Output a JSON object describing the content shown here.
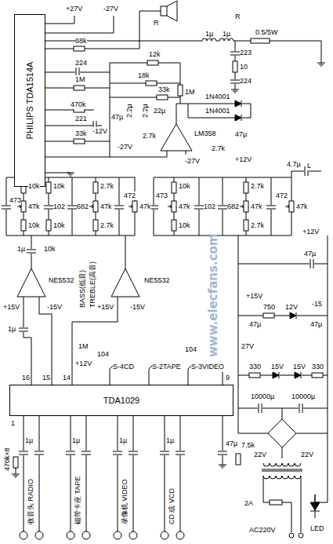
{
  "diagram": {
    "nodes": [
      {
        "text": [
          "PHILIPS TDA1514A"
        ]
      },
      {
        "text": [
          "TDA1029"
        ]
      }
    ],
    "labels": [
      "+27V",
      "-27V",
      "R",
      "1µ",
      "1µ",
      "R",
      "0.5/5W",
      "68k",
      "224",
      "12k",
      "223",
      "10",
      "224",
      "18k",
      "1M",
      "2.2µ",
      "2.2µ",
      "33k",
      "1M",
      "1N4001",
      "1N4001",
      "470k",
      "221",
      "33k",
      "47µ",
      "22µ",
      "LM358",
      "47µ",
      "-12V",
      "-27V",
      "2.7k",
      "-27V",
      "2.7k",
      "+12V",
      "4.7µ",
      "L",
      "473",
      "10k",
      "47k",
      "10k",
      "10k",
      "102",
      "682",
      "10k",
      "2.7k",
      "47k",
      "2.7k",
      "472",
      "47k",
      "10k",
      "473",
      "47k",
      "102",
      "10k",
      "682",
      "2.7k",
      "47k",
      "2.7k",
      "472",
      "47k",
      "1µ",
      "10k",
      "+15V",
      "-15V",
      "NE5532",
      "1µ",
      "BASS(低音)",
      "TREBLE(高音)",
      "+15V",
      "-15V",
      "NE5532",
      "+12V",
      "47µ",
      "+15V",
      "-15",
      "750",
      "12V",
      "47µ",
      "47µ",
      "27V",
      "330",
      "15V",
      "15V",
      "330",
      "10000µ",
      "10000µ",
      "7.5k",
      "22V",
      "22V",
      "2A",
      "AC220V",
      "LED",
      "+12V",
      "1M",
      "104",
      "S-4CD",
      "S-2TAPE",
      "S-3VIDEO",
      "104",
      "16",
      "15",
      "14",
      "9",
      "1",
      "470k×8",
      "1µ",
      "1µ",
      "1µ",
      "1µ",
      "47µ",
      "收音头 RADIO",
      "磁带卡座 TAPE",
      "录像机 VIDEO",
      "CD 或 VCD",
      "www.elecfans.com"
    ]
  }
}
